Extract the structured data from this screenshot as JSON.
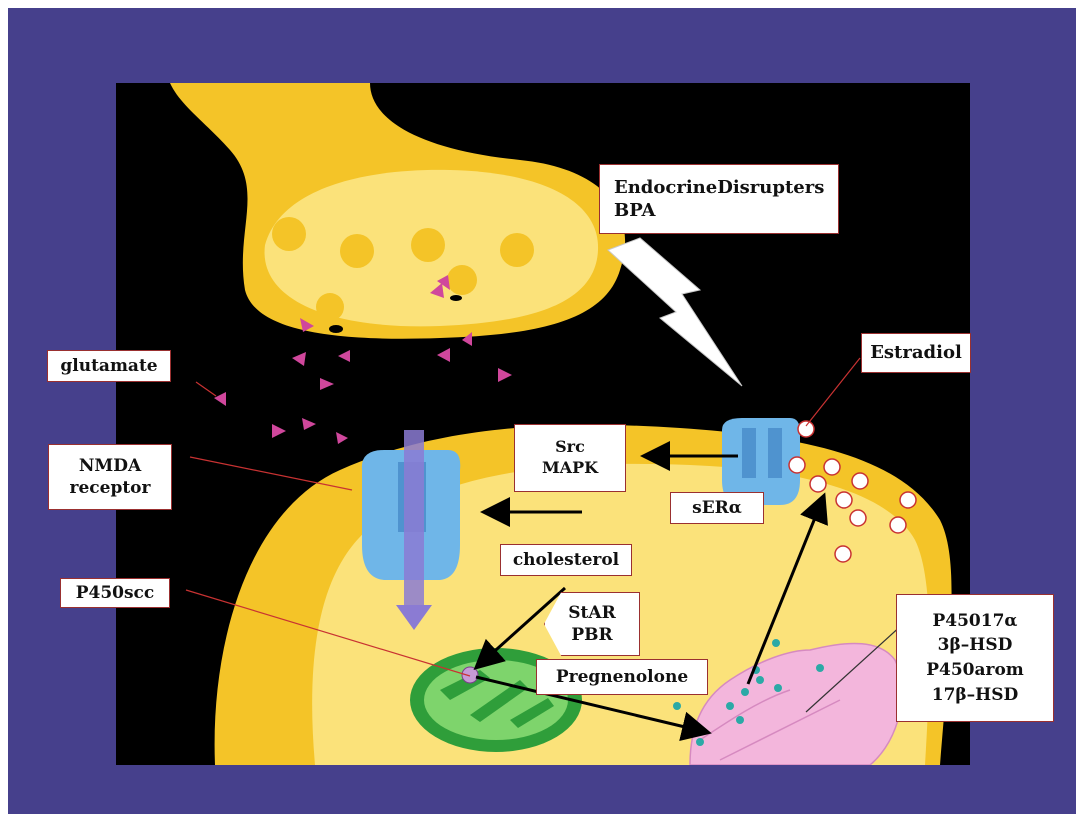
{
  "colors": {
    "frame": "#46408c",
    "background": "#000000",
    "neuron_outer": "#f4c428",
    "neuron_inner": "#fbe27a",
    "glutamate": "#d0479c",
    "receptor": "#6fb6e8",
    "mitochondrion": "#2f9e3a",
    "er": "#f3b6dc",
    "estradiol": "#c83232"
  },
  "labels": {
    "disrupters_line1": "EndocrineDisrupters",
    "disrupters_line2": "BPA",
    "estradiol": "Estradiol",
    "glutamate": "glutamate",
    "nmda_line1": "NMDA",
    "nmda_line2": "receptor",
    "src_line1": "Src",
    "src_line2": "MAPK",
    "ser_alpha": "sERα",
    "cholesterol": "cholesterol",
    "star_line1": "StAR",
    "star_line2": "PBR",
    "p450scc": "P450scc",
    "pregnenolone": "Pregnenolone",
    "enzymes": [
      "P45017α",
      "3β–HSD",
      "P450arom",
      "17β–HSD"
    ]
  }
}
